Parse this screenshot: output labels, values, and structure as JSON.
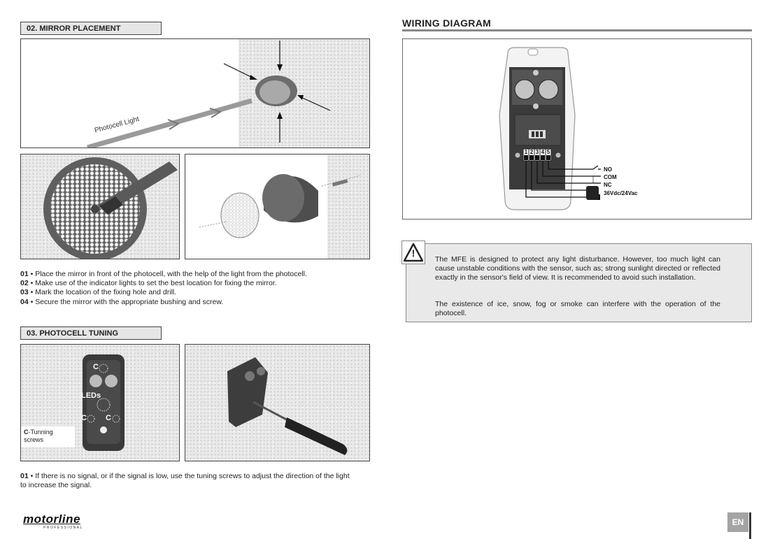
{
  "mirror": {
    "heading": "02.  MIRROR PLACEMENT",
    "light_label": "Photocell Light",
    "steps": [
      {
        "num": "01",
        "text": "Place the mirror in front of the photocell, with the help of the light from the photocell."
      },
      {
        "num": "02",
        "text": "Make use of the indicator lights to set the best location for fixing the mirror."
      },
      {
        "num": "03",
        "text": "Mark the location of the fixing hole and drill."
      },
      {
        "num": "04",
        "text": "Secure the mirror with the appropriate bushing and screw."
      }
    ]
  },
  "tuning": {
    "heading": "03.  PHOTOCELL TUNING",
    "label_c": "C",
    "label_leds": "LEDs",
    "caption_bold": "C",
    "caption_rest": "-Tunning",
    "caption_line2": "screws",
    "steps": [
      {
        "num": "01",
        "line1": "If there is no signal, or if the signal is low, use the tuning screws to adjust the direction of the light",
        "line2": "to increase the signal."
      }
    ]
  },
  "wiring": {
    "heading": "WIRING DIAGRAM",
    "terminals": [
      "1",
      "2",
      "3",
      "4",
      "5"
    ],
    "labels": {
      "no": "NO",
      "com": "COM",
      "nc": "NC",
      "power": "36Vdc/24Vac"
    }
  },
  "warning": {
    "icon_glyph": "!",
    "paragraph1": "The MFE is designed to protect any light disturbance. However, too much light can cause unstable conditions with the sensor, such as; strong sunlight directed or reflected exactly in the sensor's field of view. It is recommended to avoid such installation.",
    "paragraph2": "The existence of ice, snow, fog or smoke can interfere with the operation of the photocell."
  },
  "footer": {
    "brand": "motorline",
    "brand_sub": "PROFESSIONAL",
    "lang": "EN"
  }
}
